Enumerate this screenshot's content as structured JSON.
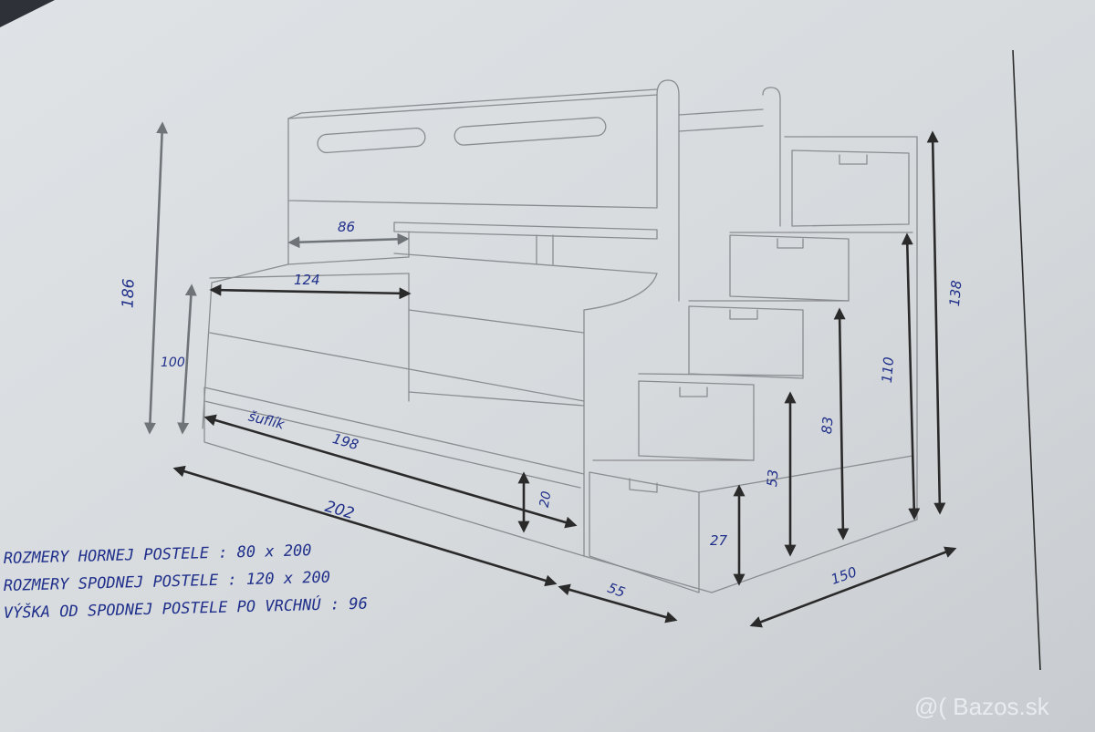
{
  "dimensions": {
    "height_total": "186",
    "height_lower": "100",
    "width_upper_shelf": "86",
    "width_upper_bed": "124",
    "drawer_label": "šuflík",
    "drawer_length": "198",
    "drawer_height": "20",
    "length_total": "202",
    "depth_step": "55",
    "width_total": "150",
    "step_1": "27",
    "step_2": "53",
    "step_3": "83",
    "step_4": "110",
    "stairs_height": "138"
  },
  "notes": [
    "ROZMERY HORNEJ POSTELE : 80 x 200",
    "ROZMERY SPODNEJ POSTELE : 120 x 200",
    "VÝŠKA OD SPODNEJ POSTELE PO VRCHNÚ : 96"
  ],
  "watermark": "@( Bazos.sk"
}
